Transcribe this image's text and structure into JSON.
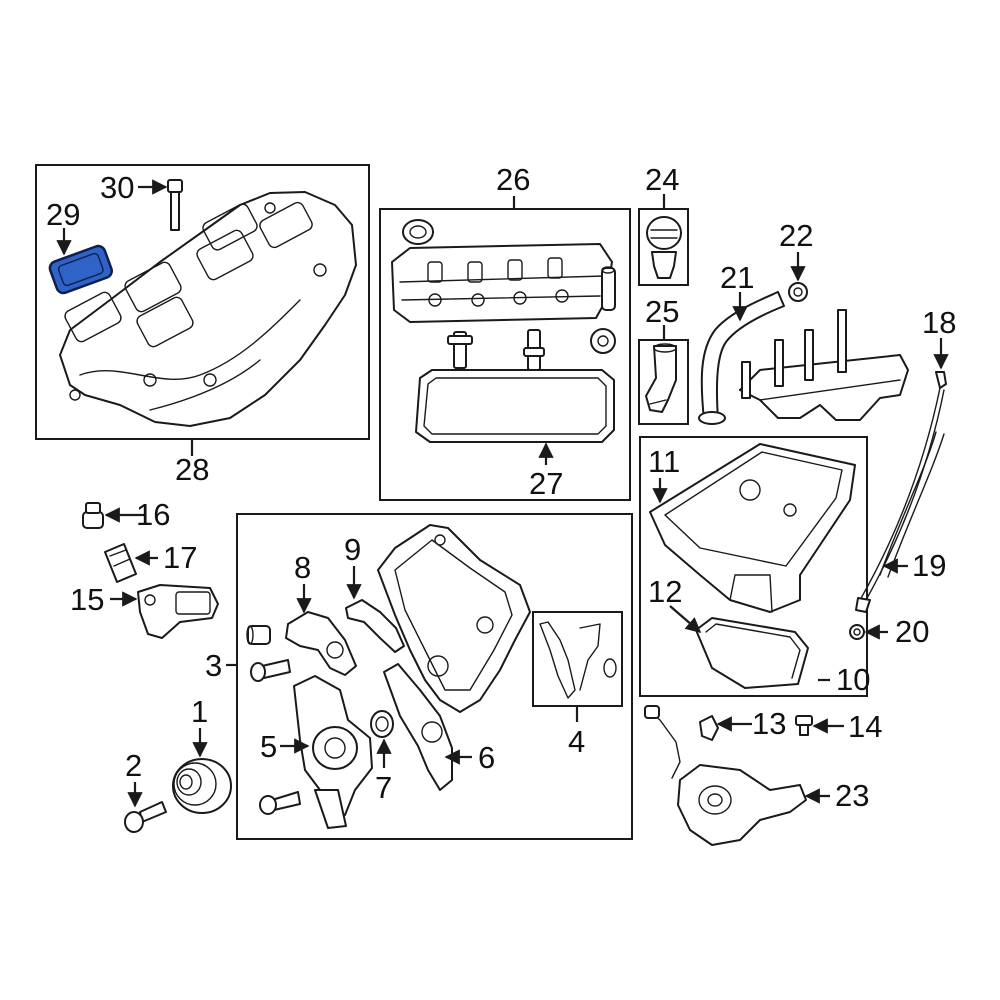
{
  "callouts": {
    "c1": "1",
    "c2": "2",
    "c3": "3",
    "c4": "4",
    "c5": "5",
    "c6": "6",
    "c7": "7",
    "c8": "8",
    "c9": "9",
    "c10": "10",
    "c11": "11",
    "c12": "12",
    "c13": "13",
    "c14": "14",
    "c15": "15",
    "c16": "16",
    "c17": "17",
    "c18": "18",
    "c19": "19",
    "c20": "20",
    "c21": "21",
    "c22": "22",
    "c23": "23",
    "c24": "24",
    "c25": "25",
    "c26": "26",
    "c27": "27",
    "c28": "28",
    "c29": "29",
    "c30": "30"
  },
  "highlight": {
    "part": "29",
    "color": "#2f63c7"
  },
  "colors": {
    "line": "#1a1a1a",
    "background": "#ffffff"
  }
}
